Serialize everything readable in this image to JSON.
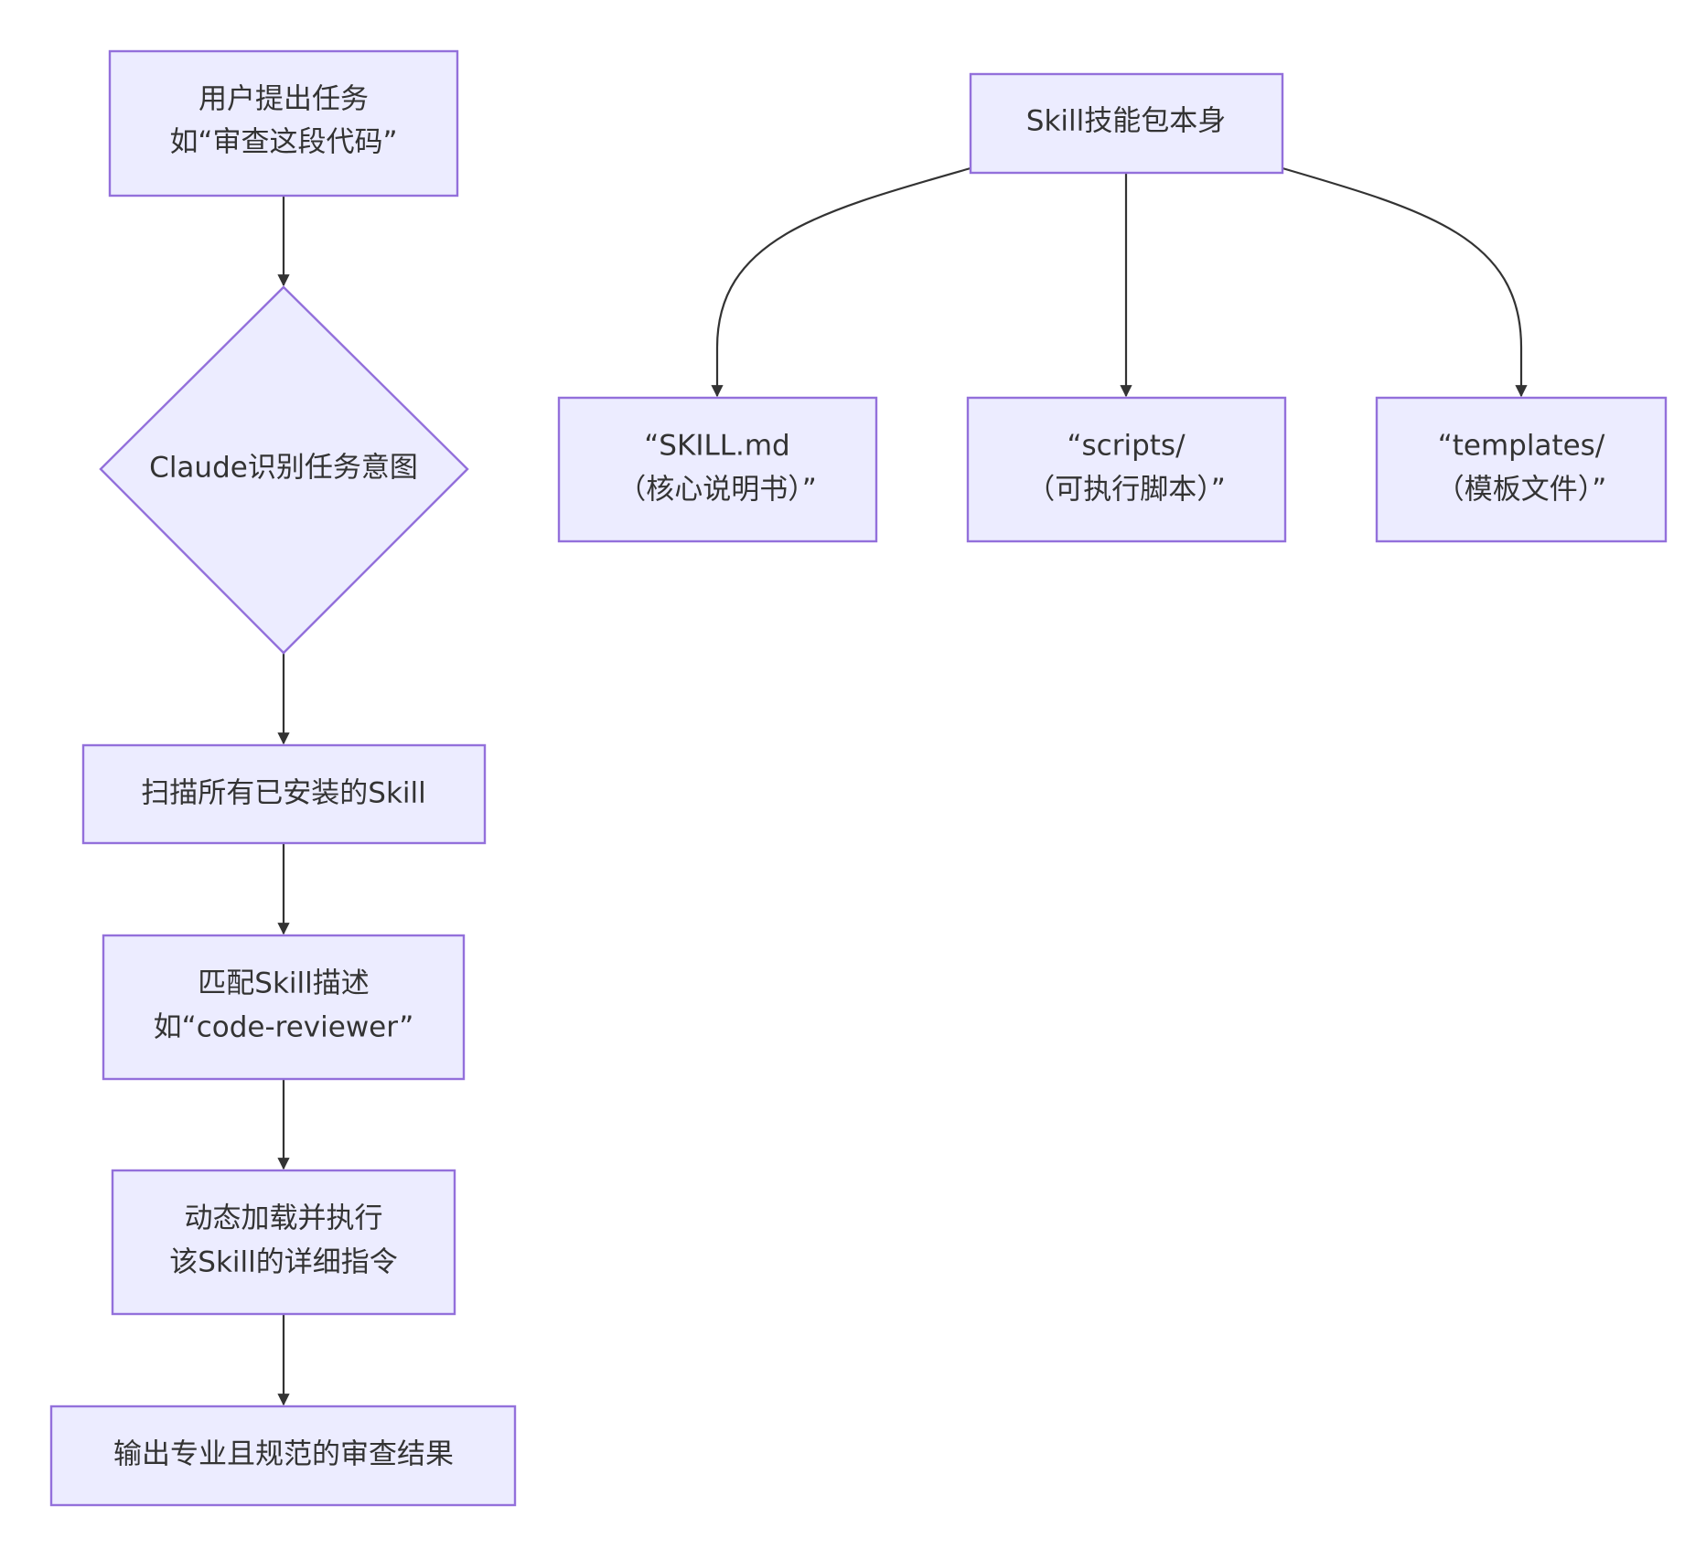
{
  "theme": {
    "node_fill": "#ECECFF",
    "node_stroke": "#9370DB",
    "edge_color": "#333333",
    "text_color": "#333333"
  },
  "flow": {
    "user_task": {
      "line1": "用户提出任务",
      "line2": "如“审查这段代码”"
    },
    "identify_intent": {
      "line1": "Claude识别任务意图"
    },
    "scan_skills": {
      "line1": "扫描所有已安装的Skill"
    },
    "match_skill": {
      "line1": "匹配Skill描述",
      "line2": "如“code-reviewer”"
    },
    "load_execute": {
      "line1": "动态加载并执行",
      "line2": "该Skill的详细指令"
    },
    "output_result": {
      "line1": "输出专业且规范的审查结果"
    }
  },
  "package": {
    "root": {
      "line1": "Skill技能包本身"
    },
    "skill_md": {
      "line1": "“SKILL.md",
      "line2": "（核心说明书）”"
    },
    "scripts": {
      "line1": "“scripts/",
      "line2": "（可执行脚本）”"
    },
    "templates": {
      "line1": "“templates/",
      "line2": "（模板文件）”"
    }
  }
}
